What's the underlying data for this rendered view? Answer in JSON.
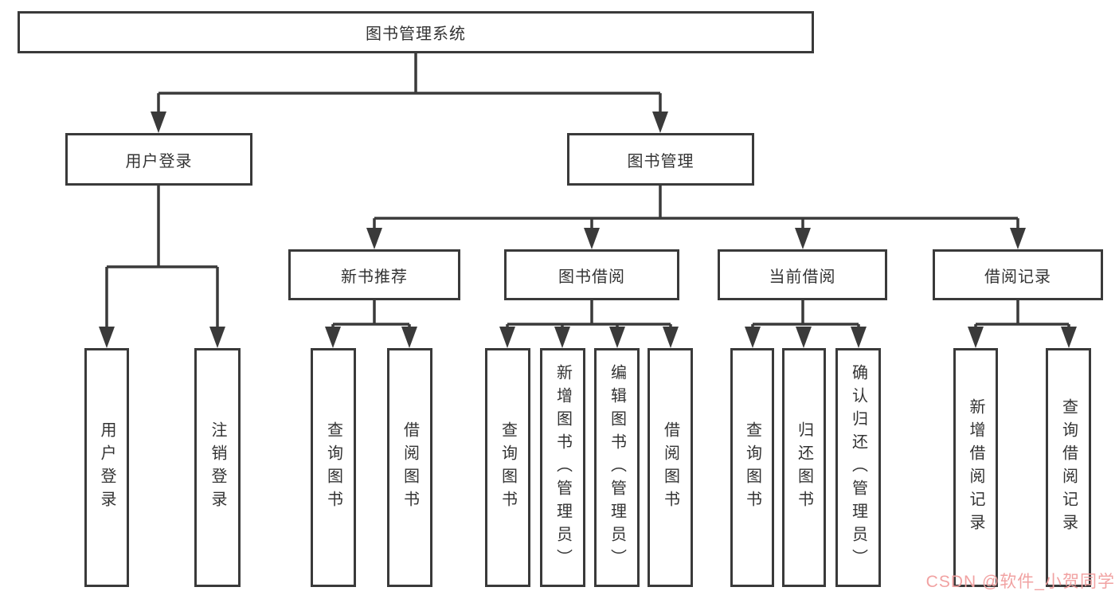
{
  "diagram": {
    "type": "hierarchy-tree",
    "colors": {
      "line": "#3a3a3a",
      "text": "#333333",
      "background": "#ffffff",
      "watermark": "#f1a2a2"
    },
    "tree": {
      "root": {
        "label": "图书管理系统"
      },
      "branches": [
        {
          "label": "用户登录",
          "children": [
            {
              "label": "用户登录"
            },
            {
              "label": "注销登录"
            }
          ]
        },
        {
          "label": "图书管理",
          "children": [
            {
              "label": "新书推荐",
              "children": [
                {
                  "label": "查询图书"
                },
                {
                  "label": "借阅图书"
                }
              ]
            },
            {
              "label": "图书借阅",
              "children": [
                {
                  "label": "查询图书"
                },
                {
                  "label": "新增图书（管理员）"
                },
                {
                  "label": "编辑图书（管理员）"
                },
                {
                  "label": "借阅图书"
                }
              ]
            },
            {
              "label": "当前借阅",
              "children": [
                {
                  "label": "查询图书"
                },
                {
                  "label": "归还图书"
                },
                {
                  "label": "确认归还（管理员）"
                }
              ]
            },
            {
              "label": "借阅记录",
              "children": [
                {
                  "label": "新增借阅记录"
                },
                {
                  "label": "查询借阅记录"
                }
              ]
            }
          ]
        }
      ]
    }
  },
  "watermark": {
    "text": "CSDN @软件_小贺同学"
  }
}
